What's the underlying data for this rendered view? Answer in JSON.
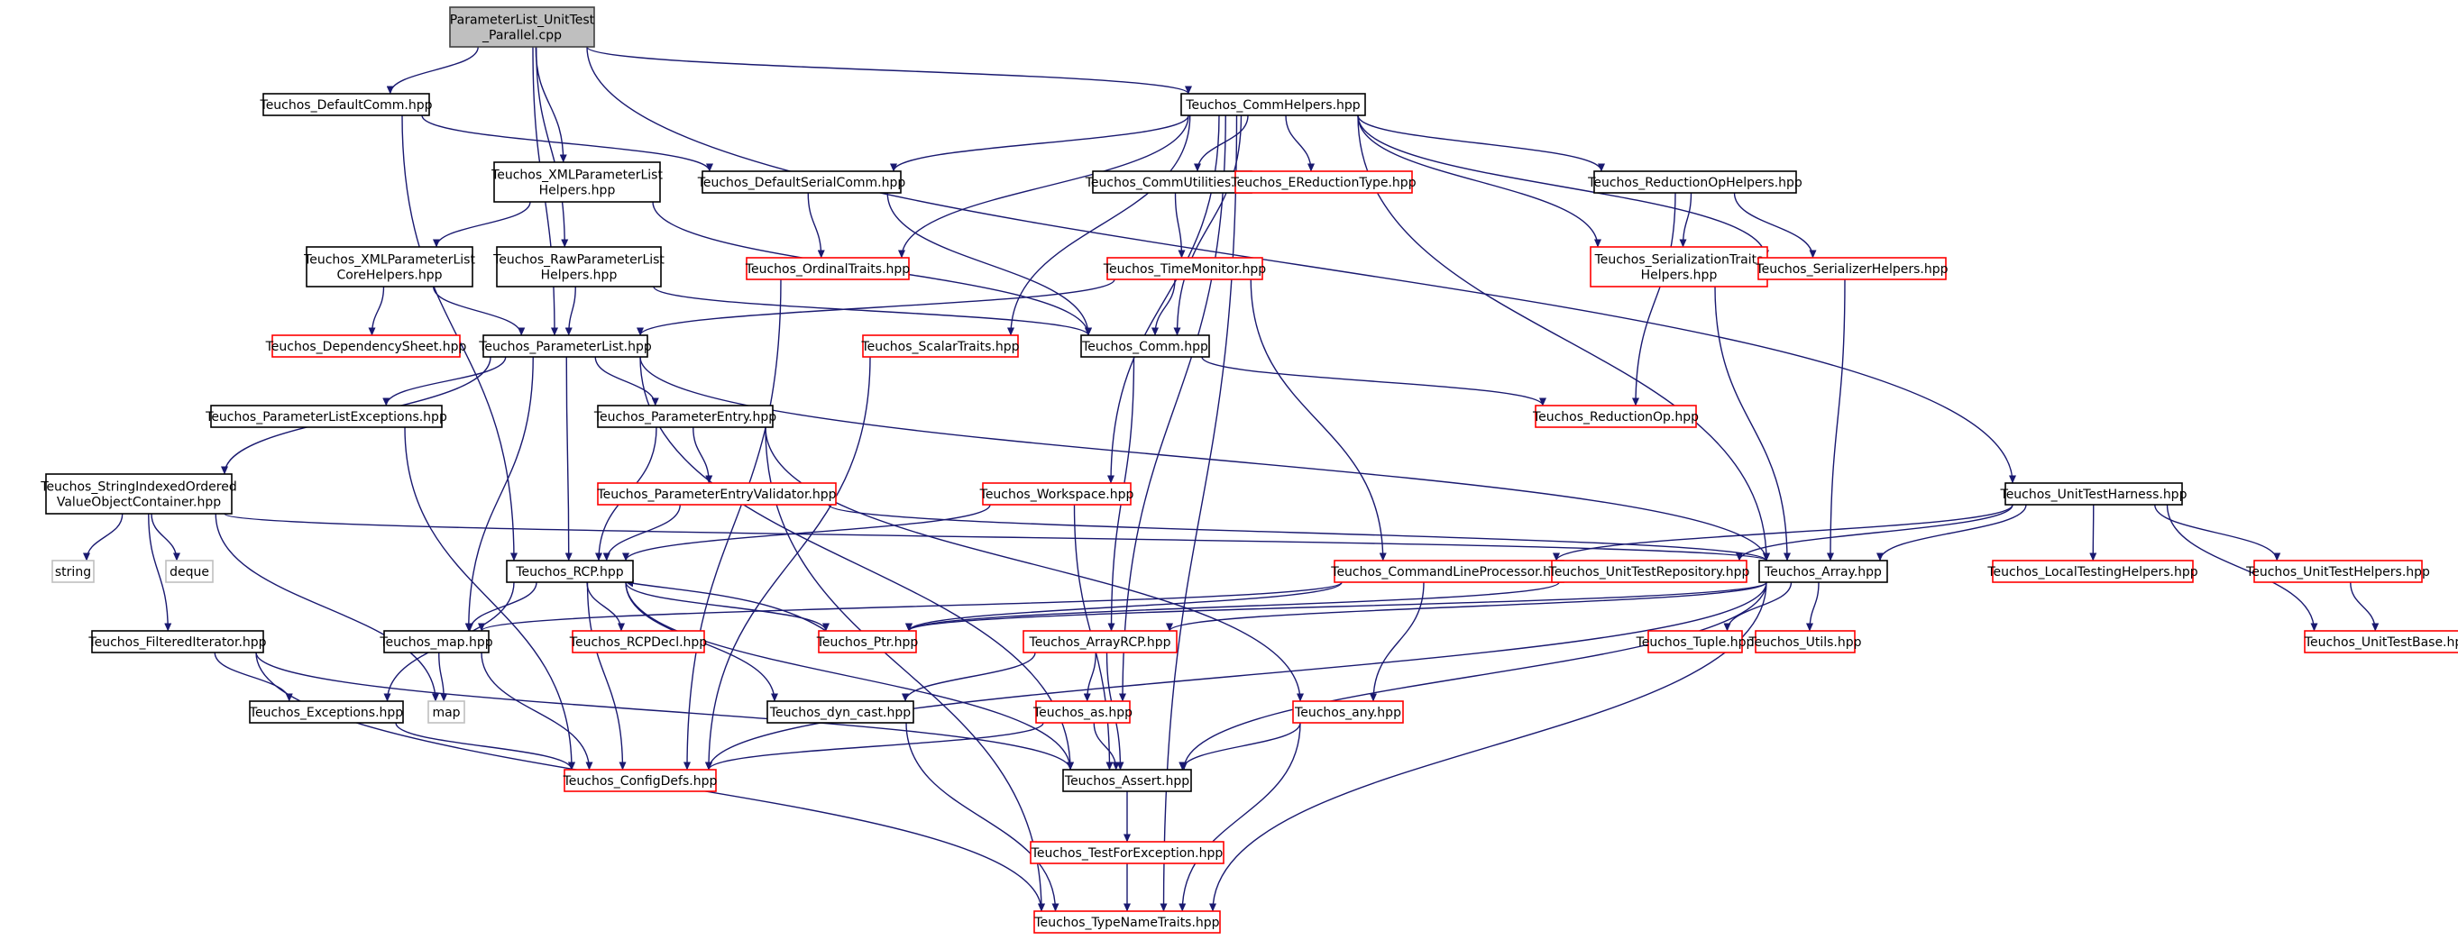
{
  "colors": {
    "edge": "#191970",
    "root_fill": "#bfbfbf",
    "root_border": "#404040",
    "normal_border": "#000000",
    "incomplete_border": "#ff0000",
    "external_border": "#bfbfbf",
    "background": "#ffffff"
  },
  "nodes": [
    {
      "id": "root",
      "kind": "root",
      "lines": [
        "ParameterList_UnitTest",
        "_Parallel.cpp"
      ]
    },
    {
      "id": "defaultcomm",
      "kind": "normal",
      "lines": [
        "Teuchos_DefaultComm.hpp"
      ]
    },
    {
      "id": "commhelpers",
      "kind": "normal",
      "lines": [
        "Teuchos_CommHelpers.hpp"
      ]
    },
    {
      "id": "xmlplhelpers",
      "kind": "normal",
      "lines": [
        "Teuchos_XMLParameterList",
        "Helpers.hpp"
      ]
    },
    {
      "id": "defaultserialcomm",
      "kind": "normal",
      "lines": [
        "Teuchos_DefaultSerialComm.hpp"
      ]
    },
    {
      "id": "commutilities",
      "kind": "normal",
      "lines": [
        "Teuchos_CommUtilities.hpp"
      ]
    },
    {
      "id": "ereductiontype",
      "kind": "incomplete",
      "lines": [
        "Teuchos_EReductionType.hpp"
      ]
    },
    {
      "id": "reductionophelpers",
      "kind": "normal",
      "lines": [
        "Teuchos_ReductionOpHelpers.hpp"
      ]
    },
    {
      "id": "xmlplcorehelpers",
      "kind": "normal",
      "lines": [
        "Teuchos_XMLParameterList",
        "CoreHelpers.hpp"
      ]
    },
    {
      "id": "rawplhelpers",
      "kind": "normal",
      "lines": [
        "Teuchos_RawParameterList",
        "Helpers.hpp"
      ]
    },
    {
      "id": "ordinaltraits",
      "kind": "incomplete",
      "lines": [
        "Teuchos_OrdinalTraits.hpp"
      ]
    },
    {
      "id": "timemonitor",
      "kind": "incomplete",
      "lines": [
        "Teuchos_TimeMonitor.hpp"
      ]
    },
    {
      "id": "serializationtraitshelpers",
      "kind": "incomplete",
      "lines": [
        "Teuchos_SerializationTraits",
        "Helpers.hpp"
      ]
    },
    {
      "id": "serializerhelpers",
      "kind": "incomplete",
      "lines": [
        "Teuchos_SerializerHelpers.hpp"
      ]
    },
    {
      "id": "dependencysheet",
      "kind": "incomplete",
      "lines": [
        "Teuchos_DependencySheet.hpp"
      ]
    },
    {
      "id": "parameterlist",
      "kind": "normal",
      "lines": [
        "Teuchos_ParameterList.hpp"
      ]
    },
    {
      "id": "scalartraits",
      "kind": "incomplete",
      "lines": [
        "Teuchos_ScalarTraits.hpp"
      ]
    },
    {
      "id": "comm",
      "kind": "normal",
      "lines": [
        "Teuchos_Comm.hpp"
      ]
    },
    {
      "id": "parameterlistexceptions",
      "kind": "normal",
      "lines": [
        "Teuchos_ParameterListExceptions.hpp"
      ]
    },
    {
      "id": "parameterentry",
      "kind": "normal",
      "lines": [
        "Teuchos_ParameterEntry.hpp"
      ]
    },
    {
      "id": "reductionop",
      "kind": "incomplete",
      "lines": [
        "Teuchos_ReductionOp.hpp"
      ]
    },
    {
      "id": "stringindexed",
      "kind": "normal",
      "lines": [
        "Teuchos_StringIndexedOrdered",
        "ValueObjectContainer.hpp"
      ]
    },
    {
      "id": "parameterentryvalidator",
      "kind": "incomplete",
      "lines": [
        "Teuchos_ParameterEntryValidator.hpp"
      ]
    },
    {
      "id": "workspace",
      "kind": "incomplete",
      "lines": [
        "Teuchos_Workspace.hpp"
      ]
    },
    {
      "id": "unittestharness",
      "kind": "normal",
      "lines": [
        "Teuchos_UnitTestHarness.hpp"
      ]
    },
    {
      "id": "string",
      "kind": "external",
      "lines": [
        "string"
      ]
    },
    {
      "id": "deque",
      "kind": "external",
      "lines": [
        "deque"
      ]
    },
    {
      "id": "rcp",
      "kind": "normal",
      "lines": [
        "Teuchos_RCP.hpp"
      ]
    },
    {
      "id": "commandlineprocessor",
      "kind": "incomplete",
      "lines": [
        "Teuchos_CommandLineProcessor.hpp"
      ]
    },
    {
      "id": "unittestrepository",
      "kind": "incomplete",
      "lines": [
        "Teuchos_UnitTestRepository.hpp"
      ]
    },
    {
      "id": "array",
      "kind": "normal",
      "lines": [
        "Teuchos_Array.hpp"
      ]
    },
    {
      "id": "localtestinghelpers",
      "kind": "incomplete",
      "lines": [
        "Teuchos_LocalTestingHelpers.hpp"
      ]
    },
    {
      "id": "unittesthelpers",
      "kind": "incomplete",
      "lines": [
        "Teuchos_UnitTestHelpers.hpp"
      ]
    },
    {
      "id": "filterediterator",
      "kind": "normal",
      "lines": [
        "Teuchos_FilteredIterator.hpp"
      ]
    },
    {
      "id": "map_hpp",
      "kind": "normal",
      "lines": [
        "Teuchos_map.hpp"
      ]
    },
    {
      "id": "rcpdecl",
      "kind": "incomplete",
      "lines": [
        "Teuchos_RCPDecl.hpp"
      ]
    },
    {
      "id": "ptr",
      "kind": "incomplete",
      "lines": [
        "Teuchos_Ptr.hpp"
      ]
    },
    {
      "id": "arrayrcp",
      "kind": "incomplete",
      "lines": [
        "Teuchos_ArrayRCP.hpp"
      ]
    },
    {
      "id": "tuple",
      "kind": "incomplete",
      "lines": [
        "Teuchos_Tuple.hpp"
      ]
    },
    {
      "id": "utils",
      "kind": "incomplete",
      "lines": [
        "Teuchos_Utils.hpp"
      ]
    },
    {
      "id": "unittestbase",
      "kind": "incomplete",
      "lines": [
        "Teuchos_UnitTestBase.hpp"
      ]
    },
    {
      "id": "map",
      "kind": "external",
      "lines": [
        "map"
      ]
    },
    {
      "id": "exceptions",
      "kind": "normal",
      "lines": [
        "Teuchos_Exceptions.hpp"
      ]
    },
    {
      "id": "dyncast",
      "kind": "normal",
      "lines": [
        "Teuchos_dyn_cast.hpp"
      ]
    },
    {
      "id": "as",
      "kind": "incomplete",
      "lines": [
        "Teuchos_as.hpp"
      ]
    },
    {
      "id": "any",
      "kind": "incomplete",
      "lines": [
        "Teuchos_any.hpp"
      ]
    },
    {
      "id": "configdefs",
      "kind": "incomplete",
      "lines": [
        "Teuchos_ConfigDefs.hpp"
      ]
    },
    {
      "id": "assert",
      "kind": "normal",
      "lines": [
        "Teuchos_Assert.hpp"
      ]
    },
    {
      "id": "testforexception",
      "kind": "incomplete",
      "lines": [
        "Teuchos_TestForException.hpp"
      ]
    },
    {
      "id": "typenametraits",
      "kind": "incomplete",
      "lines": [
        "Teuchos_TypeNameTraits.hpp"
      ]
    }
  ],
  "edges": [
    [
      "root",
      "defaultcomm"
    ],
    [
      "root",
      "commhelpers"
    ],
    [
      "root",
      "xmlplhelpers"
    ],
    [
      "root",
      "rawplhelpers"
    ],
    [
      "root",
      "parameterlist"
    ],
    [
      "root",
      "unittestharness"
    ],
    [
      "defaultcomm",
      "defaultserialcomm"
    ],
    [
      "defaultcomm",
      "rcp"
    ],
    [
      "commhelpers",
      "defaultserialcomm"
    ],
    [
      "commhelpers",
      "commutilities"
    ],
    [
      "commhelpers",
      "ereductiontype"
    ],
    [
      "commhelpers",
      "reductionophelpers"
    ],
    [
      "commhelpers",
      "ordinaltraits"
    ],
    [
      "commhelpers",
      "serializationtraitshelpers"
    ],
    [
      "commhelpers",
      "serializerhelpers"
    ],
    [
      "commhelpers",
      "scalartraits"
    ],
    [
      "commhelpers",
      "comm"
    ],
    [
      "commhelpers",
      "workspace"
    ],
    [
      "commhelpers",
      "array"
    ],
    [
      "commhelpers",
      "as"
    ],
    [
      "commhelpers",
      "typenametraits"
    ],
    [
      "xmlplhelpers",
      "xmlplcorehelpers"
    ],
    [
      "xmlplhelpers",
      "comm"
    ],
    [
      "xmlplcorehelpers",
      "dependencysheet"
    ],
    [
      "xmlplcorehelpers",
      "parameterlist"
    ],
    [
      "rawplhelpers",
      "parameterlist"
    ],
    [
      "rawplhelpers",
      "comm"
    ],
    [
      "defaultserialcomm",
      "ordinaltraits"
    ],
    [
      "defaultserialcomm",
      "comm"
    ],
    [
      "commutilities",
      "timemonitor"
    ],
    [
      "timemonitor",
      "parameterlist"
    ],
    [
      "timemonitor",
      "comm"
    ],
    [
      "timemonitor",
      "commandlineprocessor"
    ],
    [
      "reductionophelpers",
      "serializationtraitshelpers"
    ],
    [
      "reductionophelpers",
      "serializerhelpers"
    ],
    [
      "reductionophelpers",
      "reductionop"
    ],
    [
      "serializationtraitshelpers",
      "array"
    ],
    [
      "serializerhelpers",
      "array"
    ],
    [
      "ordinaltraits",
      "configdefs"
    ],
    [
      "scalartraits",
      "configdefs"
    ],
    [
      "comm",
      "reductionop"
    ],
    [
      "comm",
      "arrayrcp"
    ],
    [
      "parameterlist",
      "parameterlistexceptions"
    ],
    [
      "parameterlist",
      "parameterentry"
    ],
    [
      "parameterlist",
      "stringindexed"
    ],
    [
      "parameterlist",
      "rcp"
    ],
    [
      "parameterlist",
      "map_hpp"
    ],
    [
      "parameterlist",
      "array"
    ],
    [
      "parameterlist",
      "assert"
    ],
    [
      "parameterlistexceptions",
      "configdefs"
    ],
    [
      "parameterentry",
      "parameterentryvalidator"
    ],
    [
      "parameterentry",
      "rcp"
    ],
    [
      "parameterentry",
      "any"
    ],
    [
      "parameterentry",
      "typenametraits"
    ],
    [
      "parameterentryvalidator",
      "rcp"
    ],
    [
      "parameterentryvalidator",
      "array"
    ],
    [
      "stringindexed",
      "string"
    ],
    [
      "stringindexed",
      "deque"
    ],
    [
      "stringindexed",
      "filterediterator"
    ],
    [
      "stringindexed",
      "map"
    ],
    [
      "stringindexed",
      "array"
    ],
    [
      "workspace",
      "rcp"
    ],
    [
      "workspace",
      "assert"
    ],
    [
      "rcp",
      "rcpdecl"
    ],
    [
      "rcp",
      "ptr"
    ],
    [
      "rcp",
      "map_hpp"
    ],
    [
      "rcp",
      "exceptions"
    ],
    [
      "rcp",
      "dyncast"
    ],
    [
      "rcp",
      "assert"
    ],
    [
      "rcp",
      "configdefs"
    ],
    [
      "ptr",
      "rcp"
    ],
    [
      "commandlineprocessor",
      "any"
    ],
    [
      "commandlineprocessor",
      "map_hpp"
    ],
    [
      "commandlineprocessor",
      "ptr"
    ],
    [
      "unittestharness",
      "commandlineprocessor"
    ],
    [
      "unittestharness",
      "unittestrepository"
    ],
    [
      "unittestharness",
      "array"
    ],
    [
      "unittestharness",
      "localtestinghelpers"
    ],
    [
      "unittestharness",
      "unittesthelpers"
    ],
    [
      "unittestharness",
      "unittestbase"
    ],
    [
      "unittestrepository",
      "ptr"
    ],
    [
      "array",
      "arrayrcp"
    ],
    [
      "array",
      "tuple"
    ],
    [
      "array",
      "utils"
    ],
    [
      "array",
      "assert"
    ],
    [
      "array",
      "configdefs"
    ],
    [
      "array",
      "typenametraits"
    ],
    [
      "array",
      "ptr"
    ],
    [
      "unittesthelpers",
      "unittestbase"
    ],
    [
      "filterediterator",
      "exceptions"
    ],
    [
      "filterediterator",
      "assert"
    ],
    [
      "filterediterator",
      "typenametraits"
    ],
    [
      "map_hpp",
      "map"
    ],
    [
      "map_hpp",
      "configdefs"
    ],
    [
      "arrayrcp",
      "as"
    ],
    [
      "arrayrcp",
      "dyncast"
    ],
    [
      "arrayrcp",
      "assert"
    ],
    [
      "exceptions",
      "configdefs"
    ],
    [
      "dyncast",
      "typenametraits"
    ],
    [
      "as",
      "assert"
    ],
    [
      "as",
      "configdefs"
    ],
    [
      "any",
      "assert"
    ],
    [
      "any",
      "typenametraits"
    ],
    [
      "assert",
      "testforexception"
    ],
    [
      "testforexception",
      "typenametraits"
    ]
  ]
}
